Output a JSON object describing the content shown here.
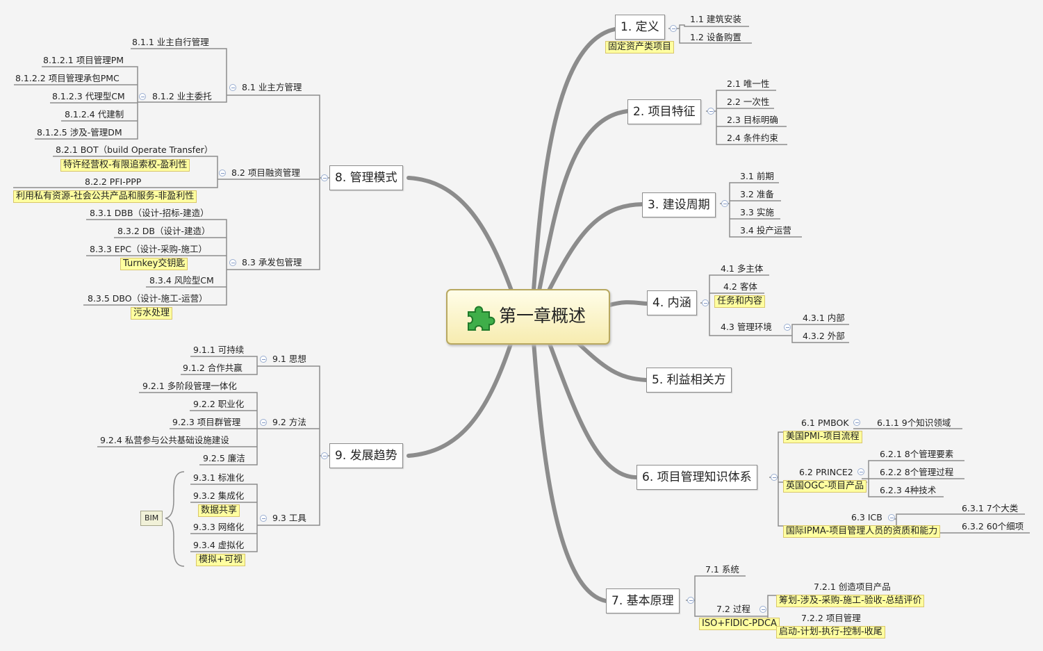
{
  "center": {
    "title": "第一章概述",
    "icon": "puzzle-icon"
  },
  "branches": {
    "b1": {
      "title": "1. 定义",
      "note": "固定资产类项目",
      "children": [
        "1.1  建筑安装",
        "1.2  设备购置"
      ]
    },
    "b2": {
      "title": "2. 项目特征",
      "children": [
        "2.1  唯一性",
        "2.2  一次性",
        "2.3  目标明确",
        "2.4  条件约束"
      ]
    },
    "b3": {
      "title": "3. 建设周期",
      "children": [
        "3.1  前期",
        "3.2  准备",
        "3.3  实施",
        "3.4  投产运营"
      ]
    },
    "b4": {
      "title": "4. 内涵",
      "c1": "4.1  多主体",
      "c2": "4.2  客体",
      "c2note": "任务和内容",
      "c3": "4.3  管理环境",
      "c3children": [
        "4.3.1  内部",
        "4.3.2  外部"
      ]
    },
    "b5": {
      "title": "5. 利益相关方"
    },
    "b6": {
      "title": "6. 项目管理知识体系",
      "c1": "6.1  PMBOK",
      "c1note": "美国PMI-项目流程",
      "c1children": [
        "6.1.1  9个知识领域"
      ],
      "c2": "6.2  PRINCE2",
      "c2note": "英国OGC-项目产品",
      "c2children": [
        "6.2.1  8个管理要素",
        "6.2.2  8个管理过程",
        "6.2.3  4种技术"
      ],
      "c3": "6.3  ICB",
      "c3note": "国际IPMA-项目管理人员的资质和能力",
      "c3children": [
        "6.3.1  7个大类",
        "6.3.2  60个细项"
      ]
    },
    "b7": {
      "title": "7. 基本原理",
      "c1": "7.1  系统",
      "c2": "7.2  过程",
      "c2note": "ISO+FIDIC-PDCA",
      "c2children": [
        {
          "label": "7.2.1  创造项目产品",
          "note": "筹划-涉及-采购-施工-验收-总结评价"
        },
        {
          "label": "7.2.2  项目管理",
          "note": "启动-计划-执行-控制-收尾"
        }
      ]
    },
    "b8": {
      "title": "8. 管理模式",
      "s1": {
        "label": "8.1  业主方管理",
        "a": "8.1.1  业主自行管理",
        "b": "8.1.2  业主委托",
        "bchildren": [
          "8.1.2.1  项目管理PM",
          "8.1.2.2  项目管理承包PMC",
          "8.1.2.3  代理型CM",
          "8.1.2.4  代建制",
          "8.1.2.5  涉及-管理DM"
        ]
      },
      "s2": {
        "label": "8.2  项目融资管理",
        "a": "8.2.1  BOT（build Operate Transfer）",
        "anote": "特许经营权-有限追索权-盈利性",
        "b": "8.2.2  PFI-PPP",
        "bnote": "利用私有资源-社会公共产品和服务-非盈利性"
      },
      "s3": {
        "label": "8.3  承发包管理",
        "items": [
          "8.3.1  DBB（设计-招标-建造）",
          "8.3.2  DB（设计-建造）",
          "8.3.3  EPC（设计-采购-施工）",
          "8.3.4  风险型CM",
          "8.3.5  DBO（设计-施工-运营）"
        ],
        "note3": "Turnkey交钥匙",
        "note5": "污水处理"
      }
    },
    "b9": {
      "title": "9. 发展趋势",
      "s1": {
        "label": "9.1  思想",
        "items": [
          "9.1.1  可持续",
          "9.1.2  合作共赢"
        ]
      },
      "s2": {
        "label": "9.2  方法",
        "items": [
          "9.2.1  多阶段管理一体化",
          "9.2.2  职业化",
          "9.2.3  项目群管理",
          "9.2.4  私营参与公共基础设施建设",
          "9.2.5  廉洁"
        ]
      },
      "s3": {
        "label": "9.3  工具",
        "items": [
          "9.3.1  标准化",
          "9.3.2  集成化",
          "9.3.3  网络化",
          "9.3.4  虚拟化"
        ],
        "note2": "数据共享",
        "note4": "模拟+可视",
        "bim": "BIM"
      }
    }
  },
  "colors": {
    "trunk": "#8c8c8c",
    "line": "#8c8c8c",
    "note": "#ffffa0",
    "center_border": "#b8a860"
  }
}
